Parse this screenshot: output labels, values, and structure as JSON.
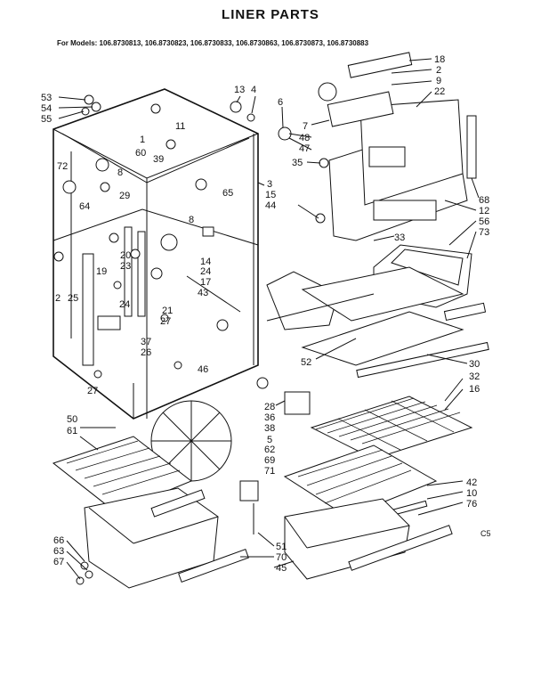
{
  "title": "LINER PARTS",
  "models_line": "For Models: 106.8730813, 106.8730823, 106.8730833, 106.8730863, 106.8730873, 106.8730883",
  "code": "C5",
  "callouts": [
    "53",
    "54",
    "55",
    "13",
    "4",
    "6",
    "18",
    "2",
    "9",
    "22",
    "7",
    "48",
    "47",
    "35",
    "11",
    "1",
    "72",
    "60",
    "39",
    "8",
    "64",
    "29",
    "65",
    "3",
    "15",
    "44",
    "68",
    "12",
    "56",
    "73",
    "33",
    "2",
    "20",
    "23",
    "14",
    "24",
    "25",
    "19",
    "17",
    "43",
    "21",
    "24",
    "27",
    "37",
    "26",
    "27",
    "46",
    "52",
    "30",
    "32",
    "16",
    "28",
    "36",
    "38",
    "50",
    "61",
    "5",
    "62",
    "69",
    "71",
    "42",
    "10",
    "76",
    "66",
    "63",
    "67",
    "51",
    "70",
    "45",
    "8"
  ]
}
